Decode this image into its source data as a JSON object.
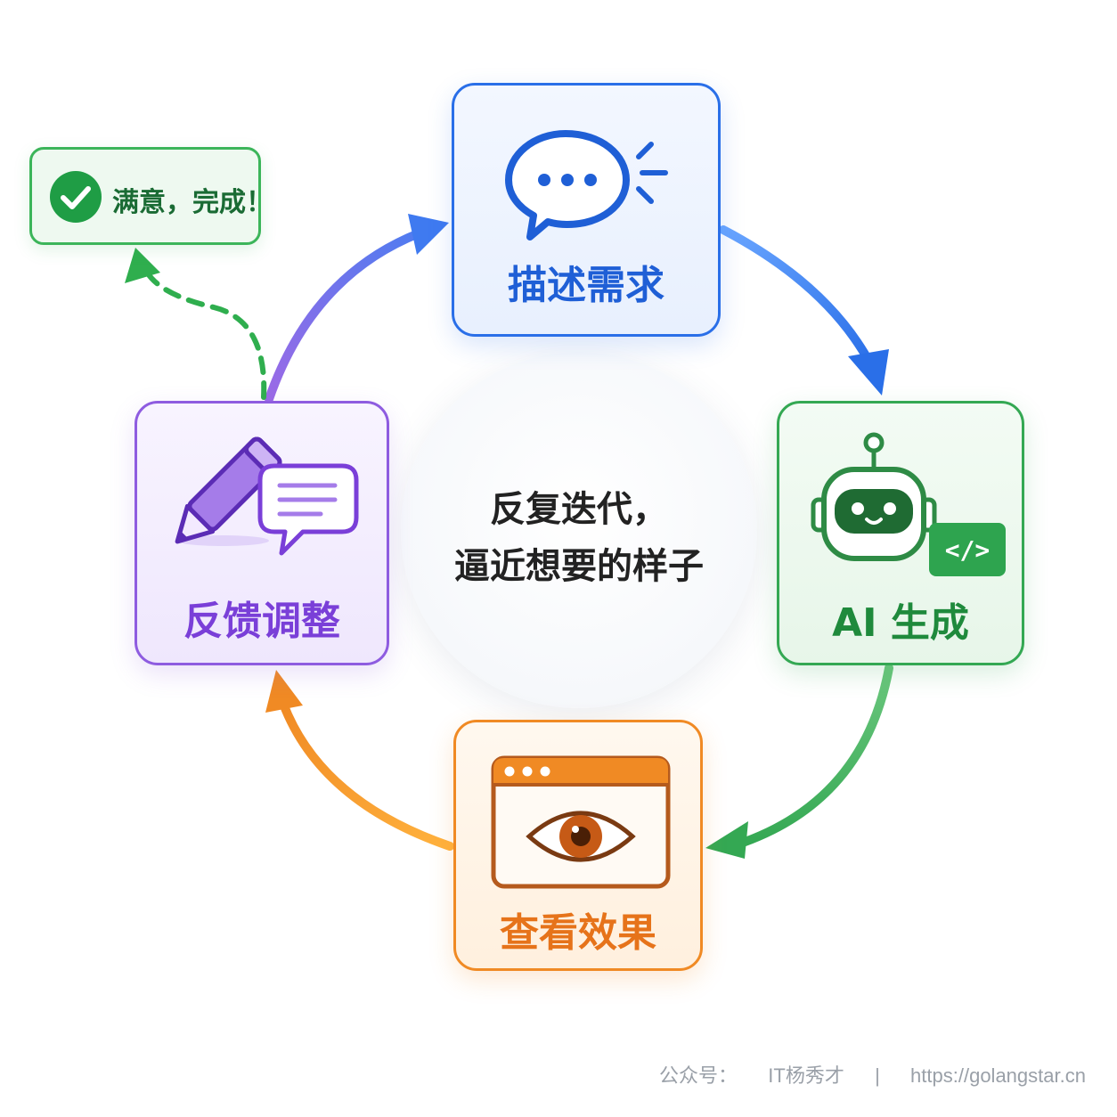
{
  "center": {
    "line1": "反复迭代，",
    "line2": "逼近想要的样子"
  },
  "steps": {
    "describe": {
      "label": "描述需求",
      "icon": "chat-bubble-icon",
      "color": "#2a6fe8"
    },
    "generate": {
      "label": "AI 生成",
      "icon": "robot-icon",
      "badge": "</>",
      "color": "#34a853"
    },
    "view": {
      "label": "查看效果",
      "icon": "eye-window-icon",
      "color": "#f08a24"
    },
    "feedback": {
      "label": "反馈调整",
      "icon": "pencil-message-icon",
      "color": "#8e5ce0"
    }
  },
  "done": {
    "label": "满意，完成！",
    "icon": "check-circle-icon",
    "color": "#3cb55a"
  },
  "footer": {
    "account_label": "公众号：",
    "account_name": "IT杨秀才",
    "separator": "|",
    "url": "https://golangstar.cn"
  }
}
